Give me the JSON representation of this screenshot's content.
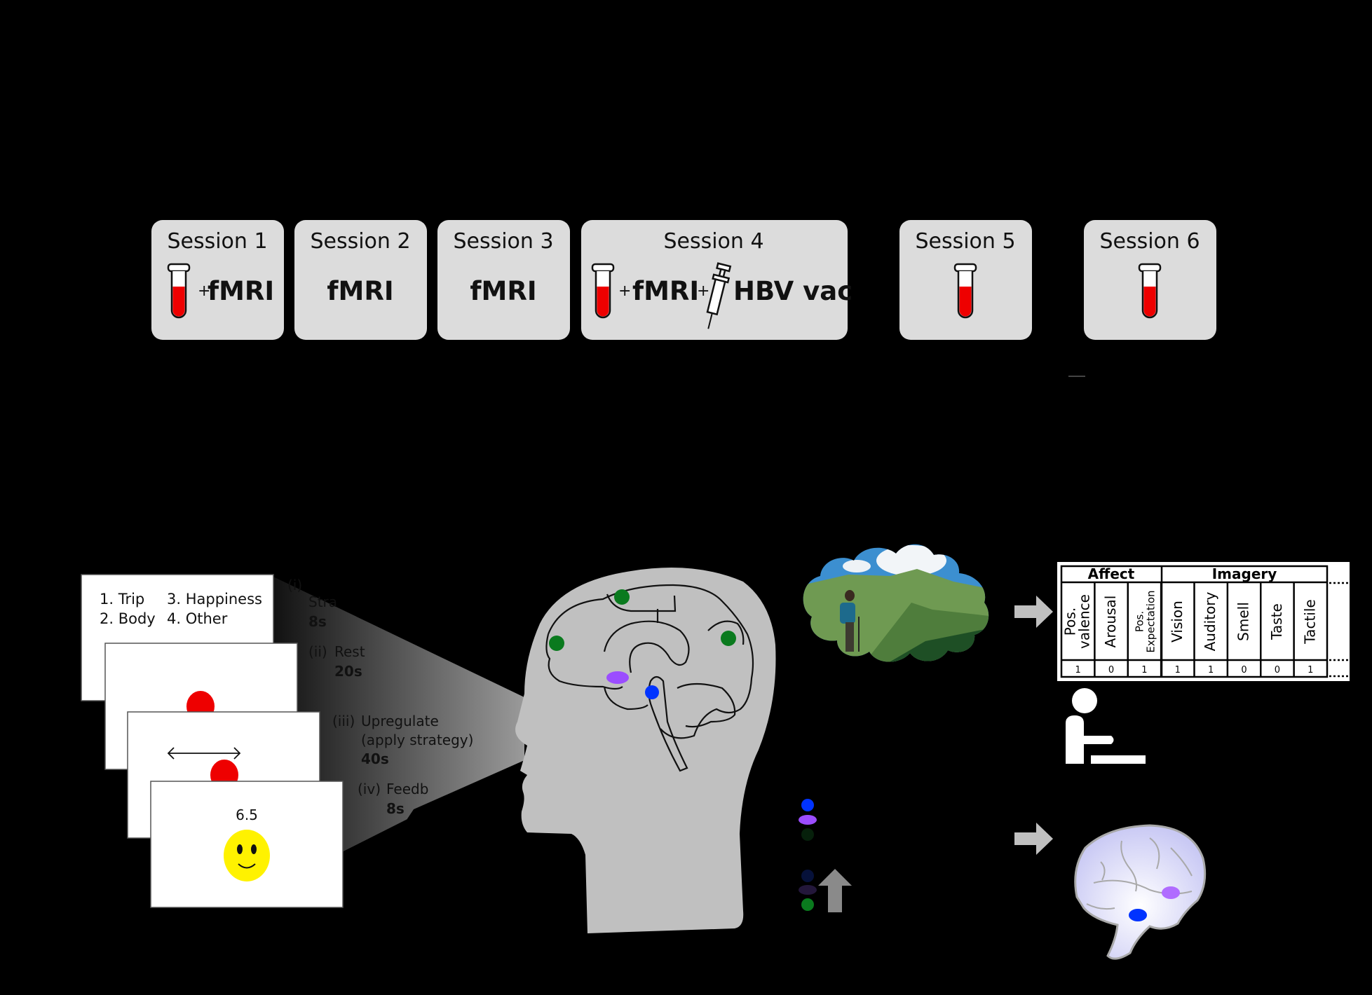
{
  "sessions": [
    {
      "label": "Session 1",
      "content": "+ fMRI",
      "blood_draw": true,
      "fmri": true,
      "vaccine": false
    },
    {
      "label": "Session 2",
      "content": "fMRI",
      "blood_draw": false,
      "fmri": true,
      "vaccine": false
    },
    {
      "label": "Session 3",
      "content": "fMRI",
      "blood_draw": false,
      "fmri": true,
      "vaccine": false
    },
    {
      "label": "Session 4",
      "content": "+ fMRI + HBV vac",
      "blood_draw": true,
      "fmri": true,
      "vaccine": true
    },
    {
      "label": "Session 5",
      "content": "",
      "blood_draw": true,
      "fmri": false,
      "vaccine": false
    },
    {
      "label": "Session 6",
      "content": "",
      "blood_draw": true,
      "fmri": false,
      "vaccine": false
    }
  ],
  "session_text": {
    "plus": "+",
    "fmri": "fMRI",
    "hbv": "HBV vac"
  },
  "task_screens": {
    "strategy_options": [
      "1. Trip",
      "3. Happiness",
      "2. Body",
      "4. Other"
    ],
    "feedback_value": "6.5"
  },
  "phases": [
    {
      "label": "(i)",
      "name": "Stra",
      "duration": "8s"
    },
    {
      "label": "(ii)",
      "name": "Rest",
      "duration": "20s"
    },
    {
      "label": "(iii)",
      "name": "Upregulate",
      "sub": "(apply strategy)",
      "duration": "40s"
    },
    {
      "label": "(iv)",
      "name": "Feedb",
      "duration": "8s"
    }
  ],
  "brain_regions": {
    "colors": {
      "green": "#0a7a1e",
      "purple": "#9b4dff",
      "blue": "#0033ff"
    }
  },
  "table": {
    "groups": [
      "Affect",
      "Imagery"
    ],
    "columns": [
      "Pos. valence",
      "Arousal",
      "Pos. Expectation",
      "Vision",
      "Auditory",
      "Smell",
      "Taste",
      "Tactile"
    ],
    "column_lines": [
      [
        "Pos.",
        "valence"
      ],
      [
        "Arousal"
      ],
      [
        "Pos.",
        "Expectation"
      ],
      [
        "Vision"
      ],
      [
        "Auditory"
      ],
      [
        "Smell"
      ],
      [
        "Taste"
      ],
      [
        "Tactile"
      ]
    ],
    "values": [
      "1",
      "0",
      "1",
      "1",
      "1",
      "0",
      "0",
      "1"
    ]
  },
  "colors": {
    "session_box": "#dcdcdc",
    "blood": "#ee0000",
    "head": "#c0c0c0",
    "arrow": "#c0c0c0",
    "up_arrow": "#8a8a8a"
  }
}
